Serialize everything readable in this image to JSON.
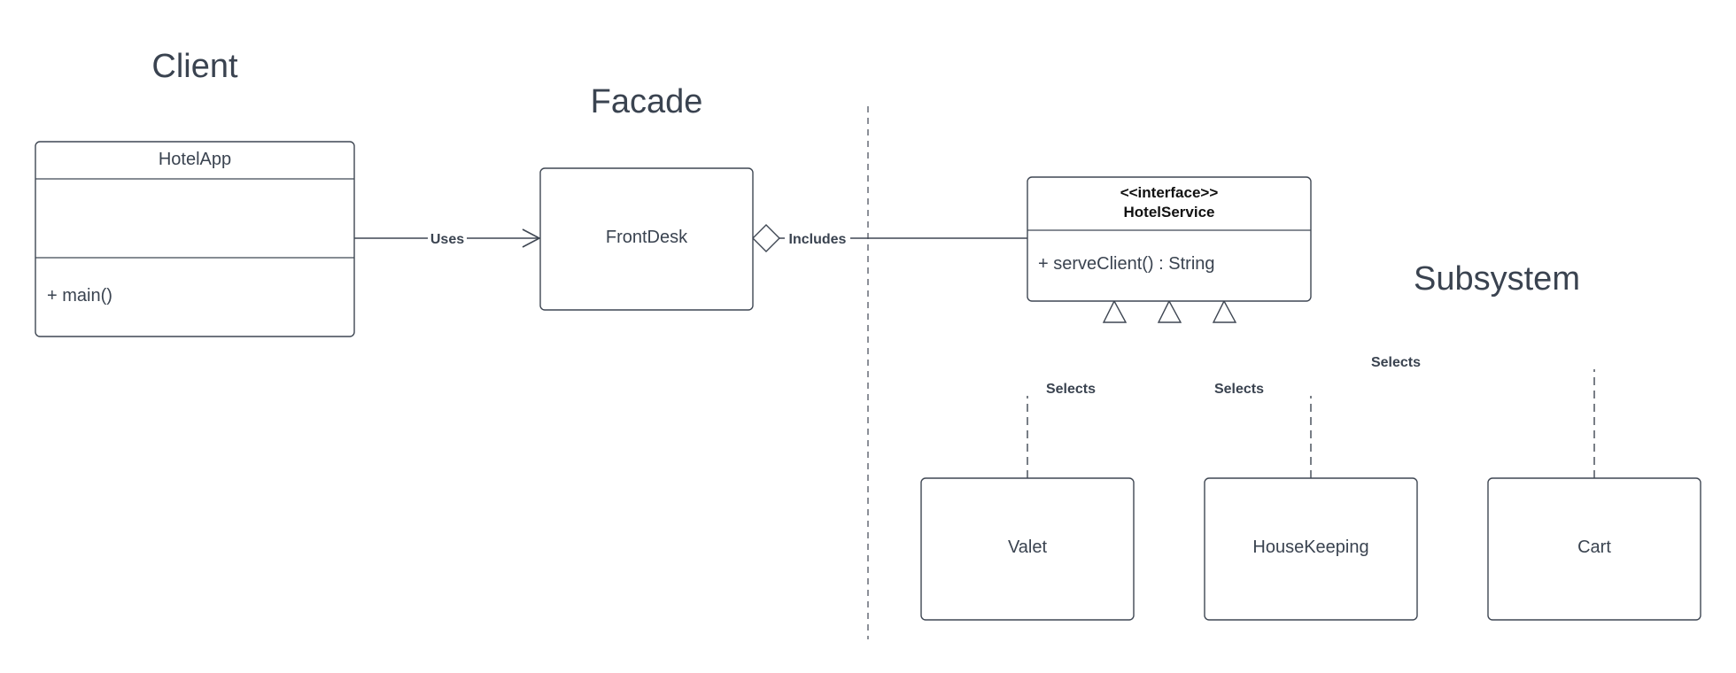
{
  "groups": {
    "client": "Client",
    "facade": "Facade",
    "subsystem": "Subsystem"
  },
  "classes": {
    "hotel_app": {
      "name": "HotelApp",
      "methods": [
        "+ main()"
      ]
    },
    "front_desk": {
      "name": "FrontDesk"
    },
    "hotel_service": {
      "stereotype": "<<interface>>",
      "name": "HotelService",
      "methods": [
        "+ serveClient() : String"
      ]
    },
    "valet": {
      "name": "Valet"
    },
    "house_keeping": {
      "name": "HouseKeeping"
    },
    "cart": {
      "name": "Cart"
    }
  },
  "relations": {
    "uses": "Uses",
    "includes": "Includes",
    "selects_valet": "Selects",
    "selects_housekeeping": "Selects",
    "selects_cart": "Selects"
  },
  "colors": {
    "stroke": "#3f4753",
    "text": "#3a4350",
    "background": "#ffffff"
  }
}
